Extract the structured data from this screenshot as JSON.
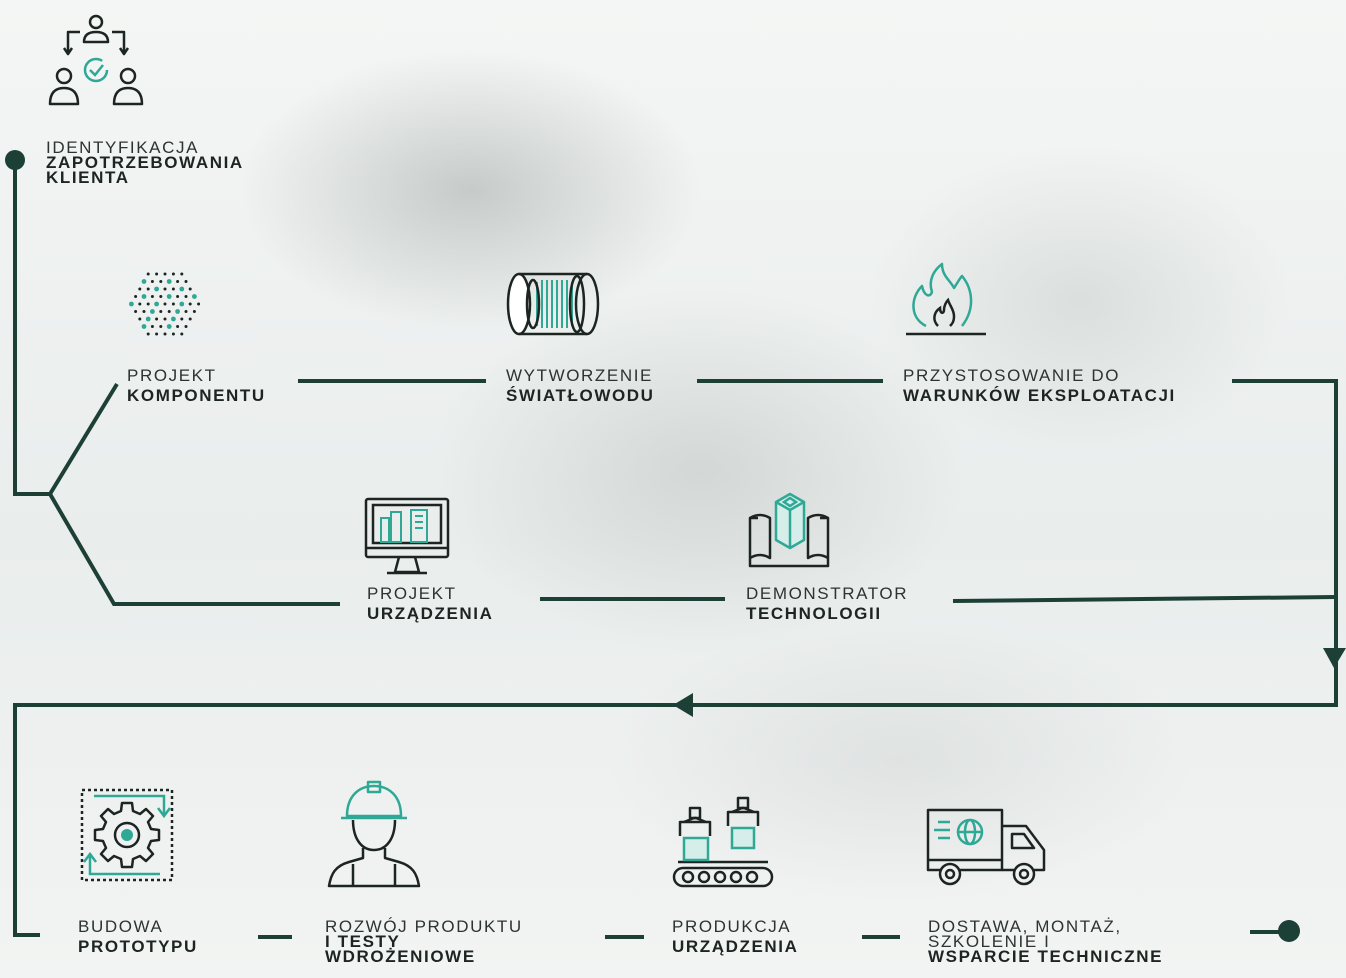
{
  "colors": {
    "line": "#1c3f36",
    "accent": "#2fa896",
    "ink": "#1d2522"
  },
  "steps": [
    {
      "id": "identyfikacja",
      "line1": "IDENTYFIKACJA",
      "line2": "ZAPOTRZEBOWANIA",
      "line3": "KLIENTA",
      "icon": "team-check-icon"
    },
    {
      "id": "projekt-komponentu",
      "line1": "PROJEKT",
      "line2": "KOMPONENTU",
      "icon": "molecule-network-icon"
    },
    {
      "id": "wytworzenie",
      "line1": "WYTWORZENIE",
      "line2": "ŚWIATŁOWODU",
      "icon": "fiber-spool-icon"
    },
    {
      "id": "przystosowanie",
      "line1": "PRZYSTOSOWANIE DO",
      "line2": "WARUNKÓW EKSPLOATACJI",
      "icon": "fire-icon"
    },
    {
      "id": "projekt-urzadzenia",
      "line1": "PROJEKT",
      "line2": "URZĄDZENIA",
      "icon": "monitor-blueprint-icon"
    },
    {
      "id": "demonstrator",
      "line1": "DEMONSTRATOR",
      "line2": "TECHNOLOGII",
      "icon": "3d-model-icon"
    },
    {
      "id": "budowa",
      "line1": "BUDOWA",
      "line2": "PROTOTYPU",
      "icon": "gear-cycle-icon"
    },
    {
      "id": "rozwoj",
      "line1": "ROZWÓJ PRODUKTU",
      "line2": "I TESTY",
      "line3": "WDROŻENIOWE",
      "icon": "engineer-helmet-icon"
    },
    {
      "id": "produkcja",
      "line1": "PRODUKCJA",
      "line2": "URZĄDZENIA",
      "icon": "assembly-line-icon"
    },
    {
      "id": "dostawa",
      "line1": "DOSTAWA, MONTAŻ,",
      "line2": "SZKOLENIE I",
      "line3": "WSPARCIE TECHNICZNE",
      "icon": "delivery-truck-icon"
    }
  ]
}
